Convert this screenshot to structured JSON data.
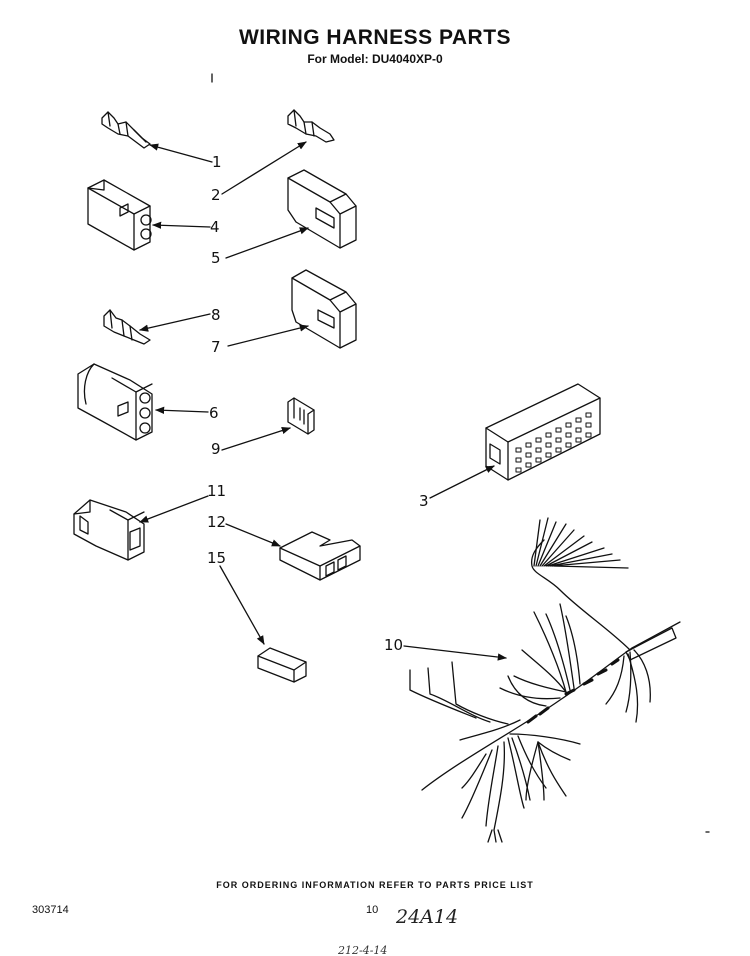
{
  "header": {
    "title": "WIRING HARNESS PARTS",
    "subtitle": "For Model: DU4040XP-0"
  },
  "callouts": {
    "c1": "1",
    "c2": "2",
    "c3": "3",
    "c4": "4",
    "c5": "5",
    "c6": "6",
    "c7": "7",
    "c8": "8",
    "c9": "9",
    "c10": "10",
    "c11": "11",
    "c12": "12",
    "c15": "15"
  },
  "footer": {
    "ordering_note": "FOR ORDERING INFORMATION REFER TO PARTS PRICE LIST",
    "doc_number": "303714",
    "page_number": "10",
    "handwritten_note": "24A14",
    "handwritten_note_2": "212-4-14"
  }
}
